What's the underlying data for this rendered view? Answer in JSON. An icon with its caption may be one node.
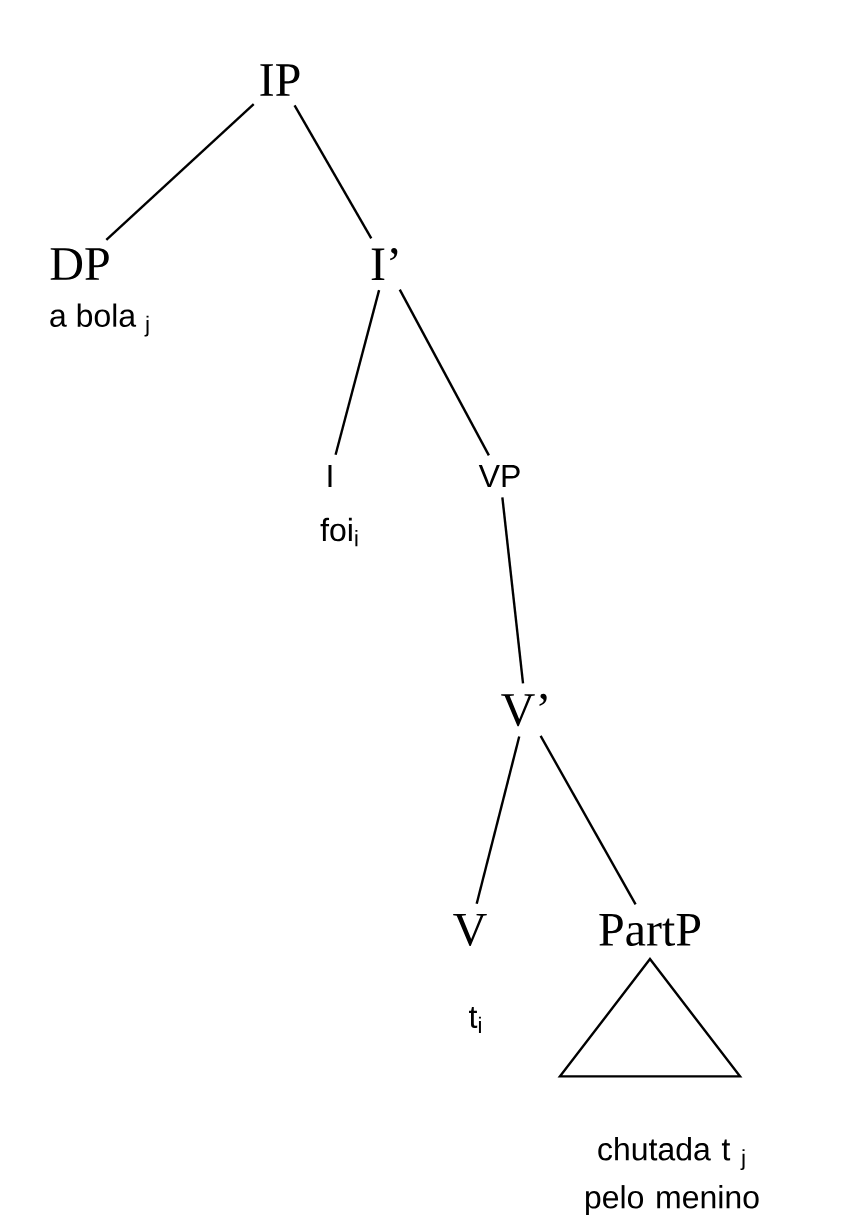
{
  "diagram": {
    "nodes": [
      {
        "text": [
          "IP"
        ]
      },
      {
        "text": [
          "DP"
        ],
        "beside": [
          "a bola $_{j}$"
        ]
      },
      {
        "text": [
          "I’"
        ]
      },
      {
        "text": [
          "I"
        ],
        "beside": [
          "foi$_{i}$"
        ]
      },
      {
        "text": [
          "VP"
        ]
      },
      {
        "text": [
          "V’"
        ]
      },
      {
        "text": [
          "V"
        ],
        "beside": [
          "t$_{i}$"
        ]
      },
      {
        "text": [
          "PartP"
        ]
      },
      {
        "text": [],
        "shape": "triangle",
        "beside": [
          "chutada t $_{j}$ pelo menino"
        ]
      }
    ],
    "edges": [
      {
        "from": 0,
        "to": 1,
        "arrow": "none"
      },
      {
        "from": 0,
        "to": 2,
        "arrow": "none"
      },
      {
        "from": 2,
        "to": 3,
        "arrow": "none"
      },
      {
        "from": 2,
        "to": 4,
        "arrow": "none"
      },
      {
        "from": 4,
        "to": 5,
        "arrow": "none"
      },
      {
        "from": 5,
        "to": 6,
        "arrow": "none"
      },
      {
        "from": 5,
        "to": 7,
        "arrow": "none"
      }
    ]
  }
}
